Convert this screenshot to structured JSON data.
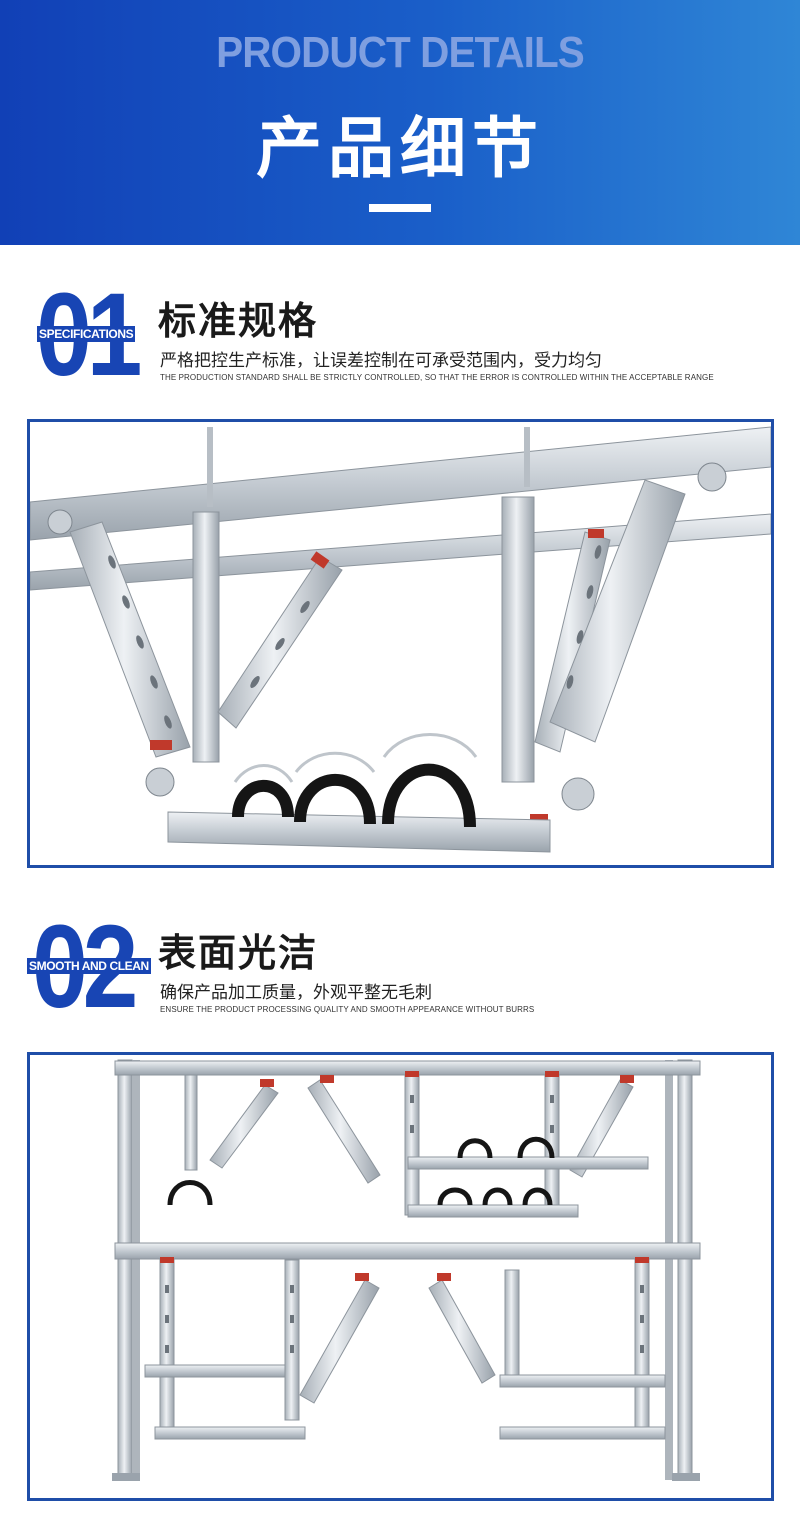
{
  "banner": {
    "title_en": "PRODUCT DETAILS",
    "title_cn": "产品细节"
  },
  "sections": [
    {
      "number": "01",
      "number_tag": "SPECIFICATIONS",
      "title": "标准规格",
      "subtitle": "严格把控生产标准，让误差控制在可承受范围内，受力均匀",
      "subtitle_en": "THE PRODUCTION STANDARD SHALL BE STRICTLY CONTROLLED, SO THAT THE ERROR IS CONTROLLED WITHIN THE ACCEPTABLE RANGE"
    },
    {
      "number": "02",
      "number_tag": "SMOOTH AND CLEAN",
      "title": "表面光洁",
      "subtitle": "确保产品加工质量，外观平整无毛刺",
      "subtitle_en": "ENSURE THE PRODUCT PROCESSING QUALITY AND SMOOTH APPEARANCE WITHOUT BURRS"
    }
  ],
  "colors": {
    "brand_blue": "#1845b4",
    "banner_start": "#1140b6",
    "banner_end": "#2f86d6",
    "frame_border": "#1f4ea8",
    "end_cap_red": "#c0392b"
  }
}
